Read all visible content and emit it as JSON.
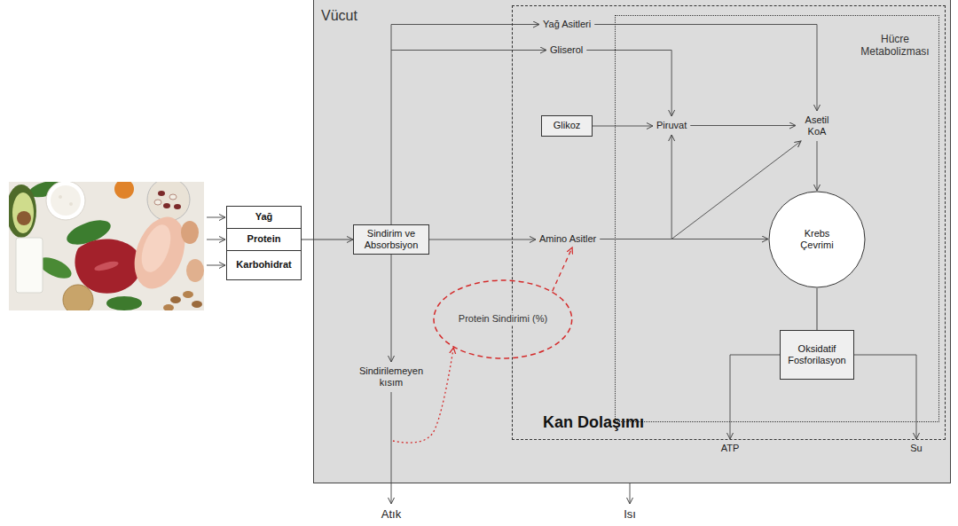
{
  "diagram": {
    "nodes": [
      {
        "text": [
          "Yağ"
        ]
      },
      {
        "text": [
          "Protein"
        ]
      },
      {
        "text": [
          "Karbohidrat"
        ]
      },
      {
        "text": [
          "Vücut"
        ]
      },
      {
        "text": [
          "Sindirim ve Absorbsiyon"
        ],
        "in": 3
      },
      {
        "text": [
          "Kan Dolaşımı"
        ],
        "in": 3
      },
      {
        "text": [
          "Hücre Metabolizması"
        ],
        "in": 5
      },
      {
        "text": [
          "Glikoz"
        ],
        "in": 5
      },
      {
        "text": [
          "Krebs Çevrimi"
        ],
        "in": 6
      },
      {
        "text": [
          "Oksidatif Fosforilasyon"
        ],
        "in": 6
      },
      {
        "text": [
          "Protein Sindirimi (%)"
        ],
        "in": 3
      }
    ],
    "edges": [
      {
        "from": 1,
        "to": 4,
        "arrow": "to"
      },
      {
        "from": 8,
        "to": 9,
        "arrow": "none"
      }
    ],
    "labels": [
      "Yağ Asitleri",
      "Gliserol",
      "Piruvat",
      "Asetil KoA",
      "Amino Asitler",
      "Sindirilemeyen kısım",
      "ATP",
      "Su",
      "Atık",
      "Isı"
    ]
  }
}
